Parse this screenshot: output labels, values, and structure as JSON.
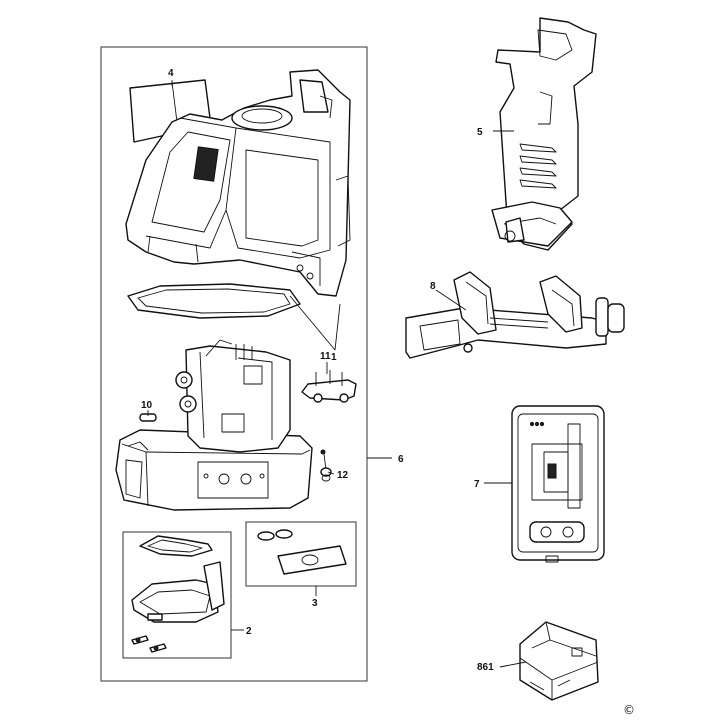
{
  "callouts": {
    "c1": "1",
    "c2": "2",
    "c3": "3",
    "c4": "4",
    "c5": "5",
    "c6": "6",
    "c7": "7",
    "c8": "8",
    "c10": "10",
    "c11": "11",
    "c12": "12",
    "c861": "861"
  },
  "copyright_symbol": "©",
  "colors": {
    "line": "#111111",
    "background": "#ffffff"
  }
}
